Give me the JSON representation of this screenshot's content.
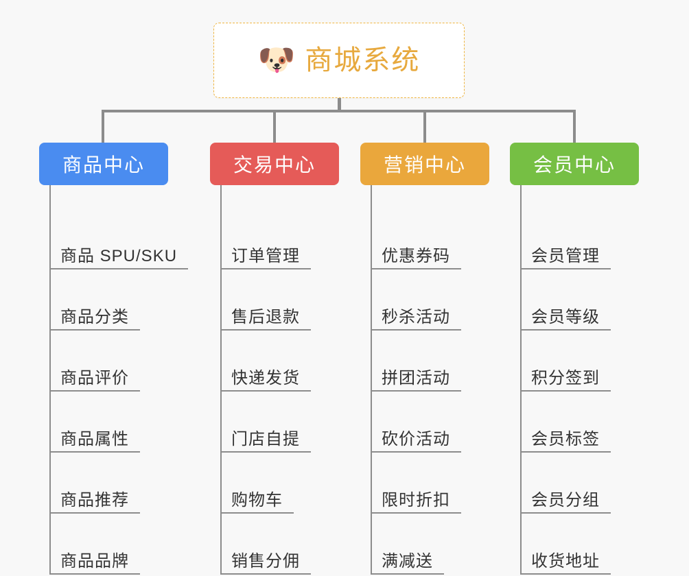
{
  "diagram": {
    "type": "mindmap-org-chart",
    "background_color": "#f8f8f8",
    "connector_color": "#8c8c8c",
    "root": {
      "emoji": "🐶",
      "emoji_name": "dog-face-emoji",
      "title": "商城系统",
      "text_color": "#e7a93e",
      "border_color": "#efb53f",
      "background_color": "#ffffff"
    },
    "branches": [
      {
        "label": "商品中心",
        "color": "#4a8cf0",
        "items": [
          "商品 SPU/SKU",
          "商品分类",
          "商品评价",
          "商品属性",
          "商品推荐",
          "商品品牌"
        ]
      },
      {
        "label": "交易中心",
        "color": "#e55b58",
        "items": [
          "订单管理",
          "售后退款",
          "快递发货",
          "门店自提",
          "购物车",
          "销售分佣"
        ]
      },
      {
        "label": "营销中心",
        "color": "#eaa73c",
        "items": [
          "优惠券码",
          "秒杀活动",
          "拼团活动",
          "砍价活动",
          "限时折扣",
          "满减送"
        ]
      },
      {
        "label": "会员中心",
        "color": "#76bf44",
        "items": [
          "会员管理",
          "会员等级",
          "积分签到",
          "会员标签",
          "会员分组",
          "收货地址"
        ]
      }
    ]
  }
}
